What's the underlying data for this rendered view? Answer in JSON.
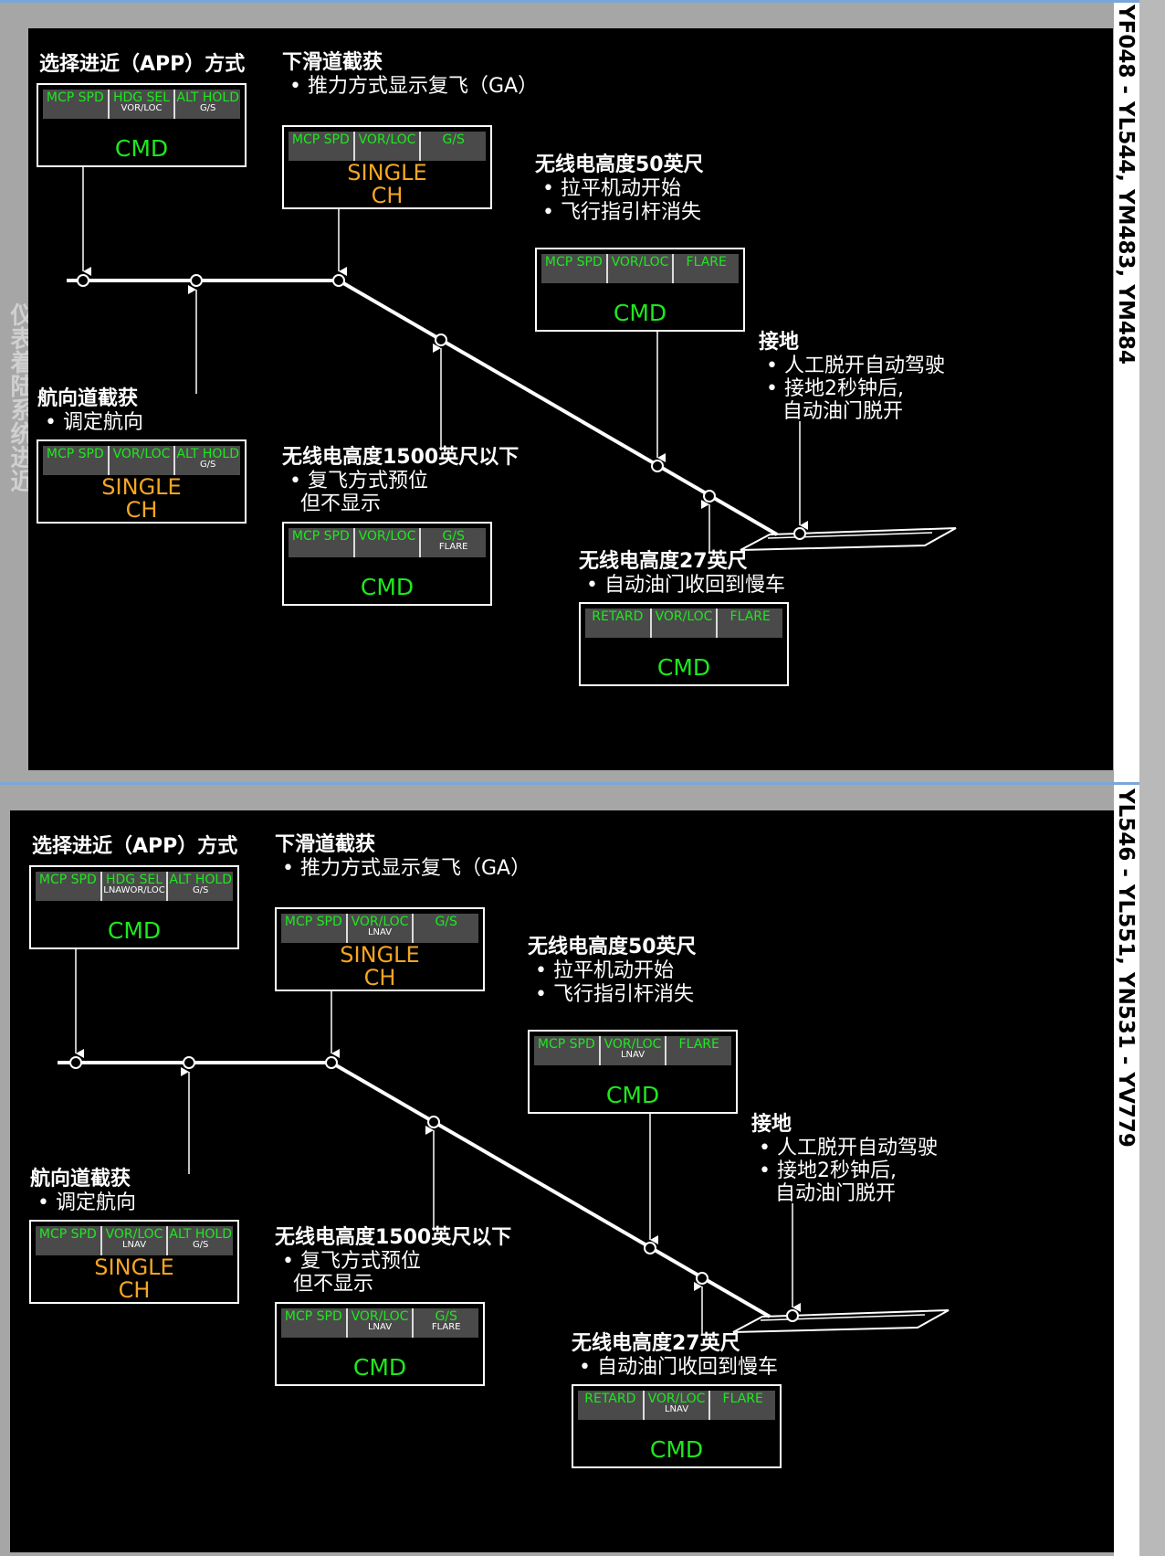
{
  "top": {
    "side_title": "YF048 - YL544, YM483, YM484",
    "left_title": "仪表着陆系统进近",
    "app": {
      "heading": "选择进近（APP）方式",
      "modes": [
        {
          "m1": "MCP SPD",
          "m2": ""
        },
        {
          "m1": "HDG SEL",
          "m2": "VOR/LOC"
        },
        {
          "m1": "ALT HOLD",
          "m2": "G/S"
        }
      ],
      "status": "CMD"
    },
    "loc": {
      "heading": "航向道截获",
      "bullet": "• 调定航向",
      "modes": [
        {
          "m1": "MCP SPD",
          "m2": ""
        },
        {
          "m1": "VOR/LOC",
          "m2": ""
        },
        {
          "m1": "ALT HOLD",
          "m2": "G/S"
        }
      ],
      "status_1": "SINGLE",
      "status_2": "CH"
    },
    "gs": {
      "heading": "下滑道截获",
      "bullet": "• 推力方式显示复飞（GA）",
      "modes": [
        {
          "m1": "MCP SPD",
          "m2": ""
        },
        {
          "m1": "VOR/LOC",
          "m2": ""
        },
        {
          "m1": "G/S",
          "m2": ""
        }
      ],
      "status_1": "SINGLE",
      "status_2": "CH"
    },
    "ra1500": {
      "heading": "无线电高度1500英尺以下",
      "bullet_1": "• 复飞方式预位",
      "bullet_2": "但不显示",
      "modes": [
        {
          "m1": "MCP SPD",
          "m2": ""
        },
        {
          "m1": "VOR/LOC",
          "m2": ""
        },
        {
          "m1": "G/S",
          "m2": "FLARE"
        }
      ],
      "status": "CMD"
    },
    "ra50": {
      "heading": "无线电高度50英尺",
      "bullet_1": "• 拉平机动开始",
      "bullet_2": "• 飞行指引杆消失",
      "modes": [
        {
          "m1": "MCP SPD",
          "m2": ""
        },
        {
          "m1": "VOR/LOC",
          "m2": ""
        },
        {
          "m1": "FLARE",
          "m2": ""
        }
      ],
      "status": "CMD"
    },
    "ra27": {
      "heading": "无线电高度27英尺",
      "bullet": "• 自动油门收回到慢车",
      "modes": [
        {
          "m1": "RETARD",
          "m2": ""
        },
        {
          "m1": "VOR/LOC",
          "m2": ""
        },
        {
          "m1": "FLARE",
          "m2": ""
        }
      ],
      "status": "CMD"
    },
    "td": {
      "heading": "接地",
      "bullet_1": "• 人工脱开自动驾驶",
      "bullet_2": "• 接地2秒钟后,",
      "bullet_3": "自动油门脱开"
    }
  },
  "bottom": {
    "side_title": "YL546 - YL551, YN531 - YV779",
    "left_title": "仪表着陆系统进近",
    "app": {
      "heading": "选择进近（APP）方式",
      "modes": [
        {
          "m1": "MCP SPD",
          "m2": ""
        },
        {
          "m1": "HDG SEL",
          "m2": "LNAWOR/LOC"
        },
        {
          "m1": "ALT HOLD",
          "m2": "G/S"
        }
      ],
      "status": "CMD"
    },
    "loc": {
      "heading": "航向道截获",
      "bullet": "• 调定航向",
      "modes": [
        {
          "m1": "MCP SPD",
          "m2": ""
        },
        {
          "m1": "VOR/LOC",
          "m2": "LNAV"
        },
        {
          "m1": "ALT HOLD",
          "m2": "G/S"
        }
      ],
      "status_1": "SINGLE",
      "status_2": "CH"
    },
    "gs": {
      "heading": "下滑道截获",
      "bullet": "• 推力方式显示复飞（GA）",
      "modes": [
        {
          "m1": "MCP SPD",
          "m2": ""
        },
        {
          "m1": "VOR/LOC",
          "m2": "LNAV"
        },
        {
          "m1": "G/S",
          "m2": ""
        }
      ],
      "status_1": "SINGLE",
      "status_2": "CH"
    },
    "ra1500": {
      "heading": "无线电高度1500英尺以下",
      "bullet_1": "• 复飞方式预位",
      "bullet_2": "但不显示",
      "modes": [
        {
          "m1": "MCP SPD",
          "m2": ""
        },
        {
          "m1": "VOR/LOC",
          "m2": "LNAV"
        },
        {
          "m1": "G/S",
          "m2": "FLARE"
        }
      ],
      "status": "CMD"
    },
    "ra50": {
      "heading": "无线电高度50英尺",
      "bullet_1": "• 拉平机动开始",
      "bullet_2": "• 飞行指引杆消失",
      "modes": [
        {
          "m1": "MCP SPD",
          "m2": ""
        },
        {
          "m1": "VOR/LOC",
          "m2": "LNAV"
        },
        {
          "m1": "FLARE",
          "m2": ""
        }
      ],
      "status": "CMD"
    },
    "ra27": {
      "heading": "无线电高度27英尺",
      "bullet": "• 自动油门收回到慢车",
      "modes": [
        {
          "m1": "RETARD",
          "m2": ""
        },
        {
          "m1": "VOR/LOC",
          "m2": "LNAV"
        },
        {
          "m1": "FLARE",
          "m2": ""
        }
      ],
      "status": "CMD"
    },
    "td": {
      "heading": "接地",
      "bullet_1": "• 人工脱开自动驾驶",
      "bullet_2": "• 接地2秒钟后,",
      "bullet_3": "自动油门脱开"
    }
  },
  "colors": {
    "mode_green": "#1ee81e",
    "single_ch_amber": "#f5a623",
    "stage_black": "#000000"
  }
}
